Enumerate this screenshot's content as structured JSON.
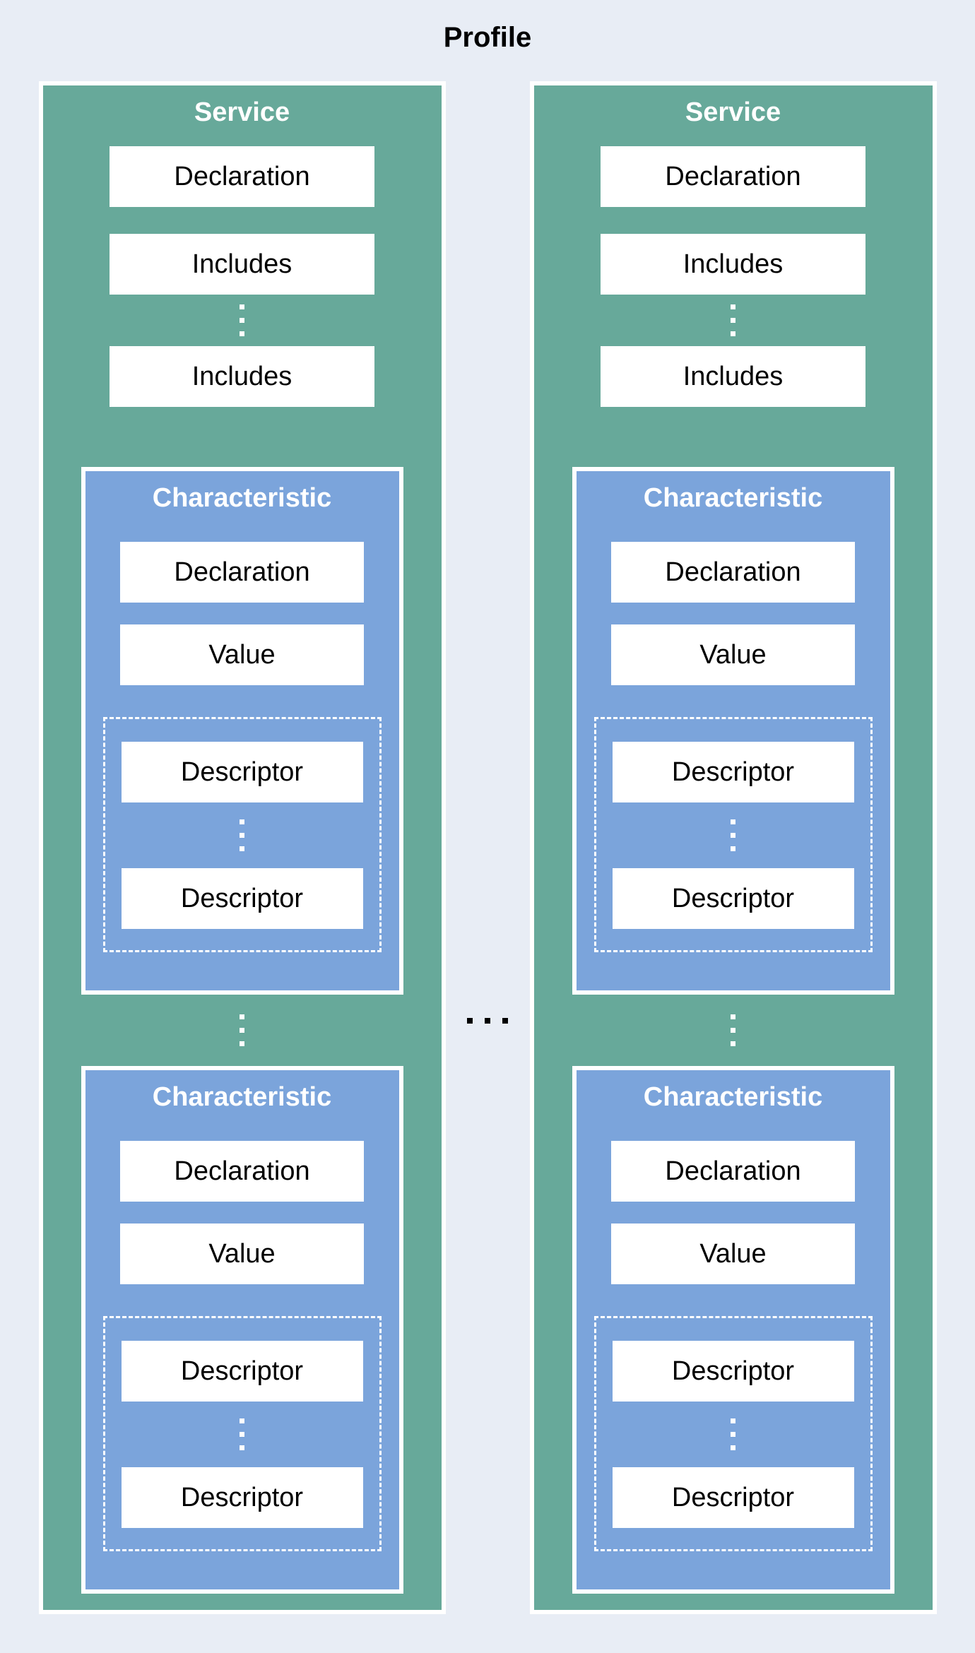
{
  "title": "Profile",
  "colors": {
    "background": "#E8EDF5",
    "service_fill": "#67A99A",
    "characteristic_fill": "#7BA4DB",
    "label_box_fill": "#FFFFFF",
    "border": "#FFFFFF",
    "title_text": "#000000",
    "header_text": "#FFFFFF",
    "label_text": "#000000",
    "services_separator_dots": "#000000"
  },
  "services": [
    {
      "title": "Service",
      "declaration": "Declaration",
      "includes": [
        "Includes",
        "Includes"
      ],
      "characteristics": [
        {
          "title": "Characteristic",
          "declaration": "Declaration",
          "value": "Value",
          "descriptors": [
            "Descriptor",
            "Descriptor"
          ]
        },
        {
          "title": "Characteristic",
          "declaration": "Declaration",
          "value": "Value",
          "descriptors": [
            "Descriptor",
            "Descriptor"
          ]
        }
      ]
    },
    {
      "title": "Service",
      "declaration": "Declaration",
      "includes": [
        "Includes",
        "Includes"
      ],
      "characteristics": [
        {
          "title": "Characteristic",
          "declaration": "Declaration",
          "value": "Value",
          "descriptors": [
            "Descriptor",
            "Descriptor"
          ]
        },
        {
          "title": "Characteristic",
          "declaration": "Declaration",
          "value": "Value",
          "descriptors": [
            "Descriptor",
            "Descriptor"
          ]
        }
      ]
    }
  ]
}
